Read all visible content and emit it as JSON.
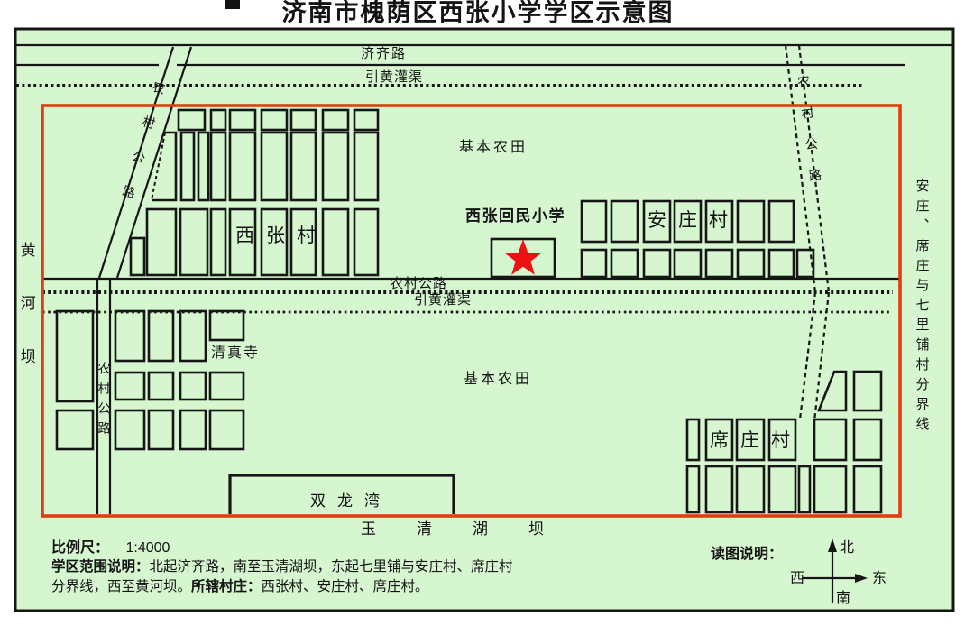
{
  "title": "济南市槐荫区西张小学学区示意图",
  "map": {
    "roads": {
      "jiqi": "济齐路",
      "canal_north": "引黄灌渠",
      "canal_middle": "引黄灌渠",
      "rural_middle": "农村公路",
      "rural_left_diagonal": "农村公路",
      "rural_left_vertical": "农村公路",
      "rural_right_diagonal": "农村公路"
    },
    "areas": {
      "farmland_north": "基本农田",
      "farmland_south": "基本农田",
      "xizhang_village": "西张村",
      "anzhuang_village": "安庄村",
      "xizhuang_village": "席庄村",
      "mosque": "清真寺",
      "shuanglongwan": "双龙湾"
    },
    "landmarks": {
      "school": "西张回民小学",
      "yuqinghu_dam": "玉清湖坝",
      "huanghe_dam": "黄河坝",
      "east_boundary": "安庄、席庄与七里铺村分界线"
    }
  },
  "legend": {
    "scale_label": "比例尺：",
    "scale_value": "1:4000",
    "range_label": "学区范围说明：",
    "range_line1": "北起济齐路，南至玉清湖坝，东起七里铺与安庄村、席庄村",
    "range_line2": "分界线，西至黄河坝。",
    "villages_label": "所辖村庄：",
    "villages_value": "西张村、安庄村、席庄村。",
    "compass_label": "读图说明：",
    "compass_north": "北",
    "compass_south": "南",
    "compass_east": "东",
    "compass_west": "西"
  },
  "colors": {
    "boundary_red": "#e13d10",
    "star_red": "#ee1111",
    "map_green": "#d6f6cf",
    "ink": "#161616"
  }
}
